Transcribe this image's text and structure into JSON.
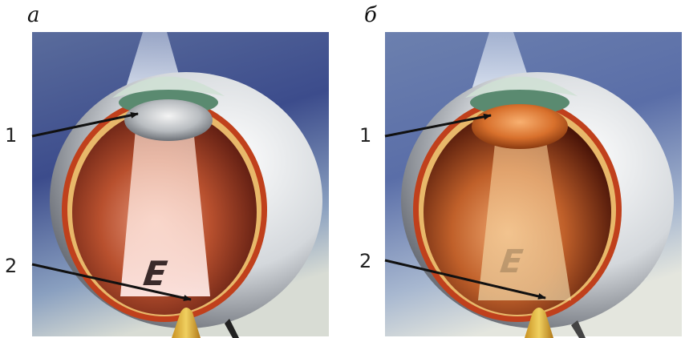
{
  "panels": [
    {
      "letter": "а",
      "callouts": [
        {
          "number": "1",
          "points_to": "lens"
        },
        {
          "number": "2",
          "points_to": "retina"
        }
      ],
      "chart_symbol": "E",
      "lens_state": "cloudy"
    },
    {
      "letter": "б",
      "callouts": [
        {
          "number": "1",
          "points_to": "lens"
        },
        {
          "number": "2",
          "points_to": "retina"
        }
      ],
      "chart_symbol": "E",
      "lens_state": "yellowed"
    }
  ]
}
